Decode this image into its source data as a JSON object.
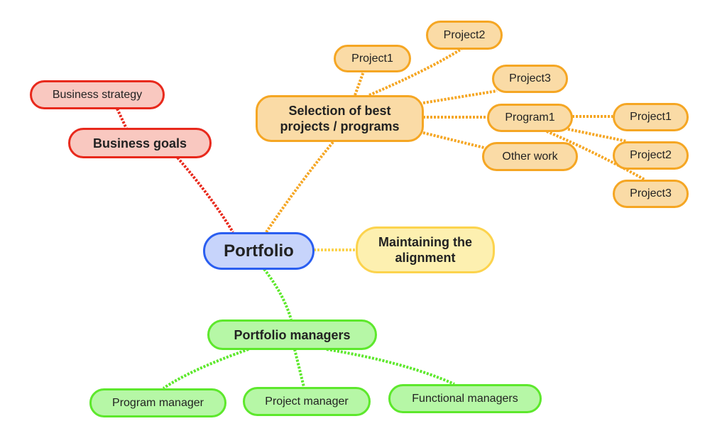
{
  "colors": {
    "red": "#e8291c",
    "orange": "#f5a623",
    "blue": "#2a5ef0",
    "yellow": "#fcd34d",
    "green": "#5de82c"
  },
  "root": {
    "label": "Portfolio"
  },
  "business": {
    "goals": "Business goals",
    "strategy": "Business strategy"
  },
  "selection": {
    "label": "Selection of best projects / programs",
    "project1": "Project1",
    "project2": "Project2",
    "project3": "Project3",
    "program1": "Program1",
    "other_work": "Other work",
    "program_projects": [
      "Project1",
      "Project2",
      "Project3"
    ]
  },
  "alignment": {
    "label": "Maintaining the alignment"
  },
  "managers": {
    "label": "Portfolio managers",
    "children": [
      "Program manager",
      "Project manager",
      "Functional managers"
    ]
  }
}
